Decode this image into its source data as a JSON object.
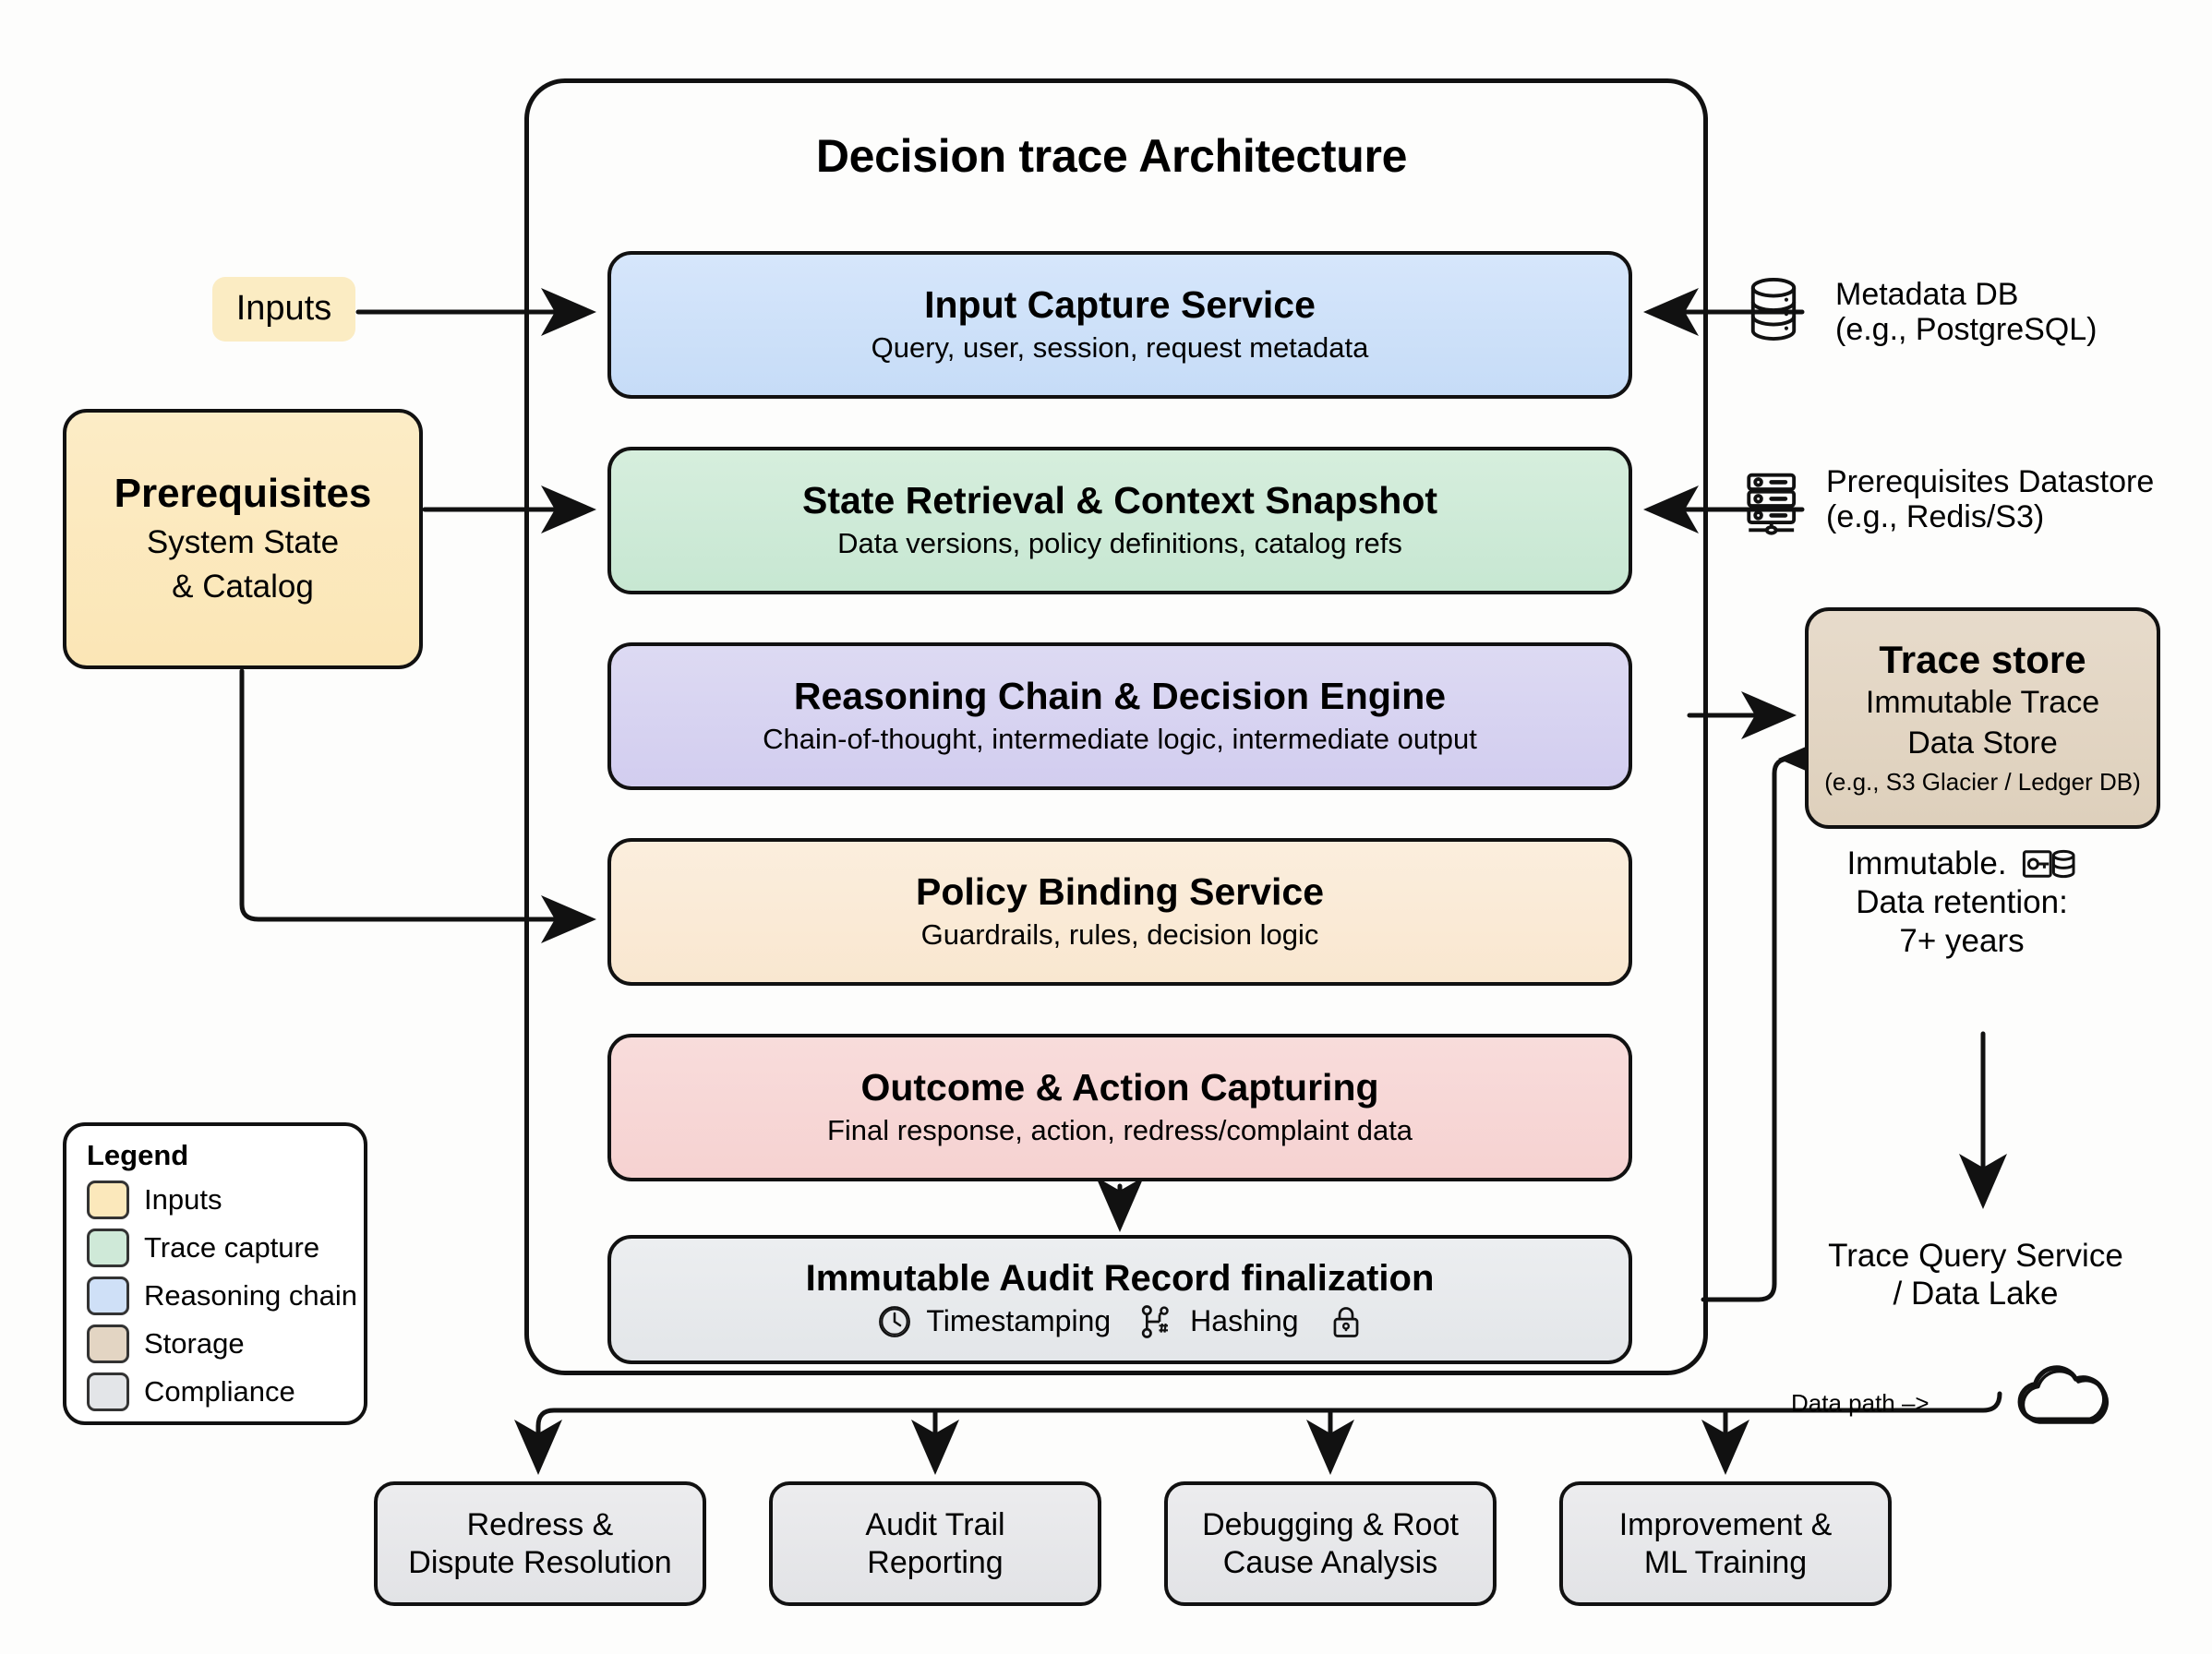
{
  "diagram": {
    "title": "Decision trace Architecture",
    "background_color": "#fdfdfc",
    "pipeline": [
      {
        "id": "input-capture",
        "title": "Input Capture Service",
        "subtitle": "Query, user, session, request metadata",
        "fill": "#cfe0f7",
        "category": "Reasoning chain"
      },
      {
        "id": "state-retrieval",
        "title": "State Retrieval & Context Snapshot",
        "subtitle": "Data versions, policy definitions, catalog refs",
        "fill": "#cfe9d8",
        "category": "Trace capture"
      },
      {
        "id": "reasoning-chain",
        "title": "Reasoning Chain & Decision Engine",
        "subtitle": "Chain-of-thought, intermediate logic, intermediate output",
        "fill": "#d7d3f1",
        "category": "Reasoning chain"
      },
      {
        "id": "policy-binding",
        "title": "Policy Binding Service",
        "subtitle": "Guardrails, rules, decision logic",
        "fill": "#faead4",
        "category": "Inputs"
      },
      {
        "id": "outcome-capture",
        "title": "Outcome & Action Capturing",
        "subtitle": "Final response, action, redress/complaint data",
        "fill": "#f7d7d6",
        "category": "Trace capture"
      }
    ],
    "audit": {
      "title": "Immutable Audit Record finalization",
      "items": [
        {
          "icon": "clock-icon",
          "label": "Timestamping"
        },
        {
          "icon": "hash-network-icon",
          "label": "Hashing"
        },
        {
          "icon": "lock-icon",
          "label": ""
        }
      ],
      "fill": "#e7e9ec"
    },
    "left": {
      "inputs": {
        "label": "Inputs",
        "fill": "#fbecc3"
      },
      "prerequisites": {
        "title": "Prerequisites",
        "line1": "System State",
        "line2": "& Catalog",
        "fill": "#fbe8bb"
      }
    },
    "right": {
      "metadata_db": {
        "icon": "database-cylinder-icon",
        "line1": "Metadata DB",
        "line2": "(e.g., PostgreSQL)"
      },
      "prerequisites_datastore": {
        "icon": "server-rack-icon",
        "line1": "Prerequisites Datastore",
        "line2": "(e.g., Redis/S3)"
      },
      "trace_store": {
        "title": "Trace store",
        "line1": "Immutable Trace",
        "line2": "Data Store",
        "line3": "(e.g., S3 Glacier / Ledger DB)",
        "fill": "#e3d5c3"
      },
      "immutable_note": {
        "line1": "Immutable.",
        "line2": "Data retention:",
        "line3": "7+ years",
        "icon": "key-database-icon"
      },
      "trace_query_service": {
        "line1": "Trace Query Service",
        "line2": "/ Data Lake",
        "icon": "cloud-icon"
      },
      "data_path_label": "Data path –>"
    },
    "outputs": [
      {
        "line1": "Redress &",
        "line2": "Dispute Resolution"
      },
      {
        "line1": "Audit Trail",
        "line2": "Reporting"
      },
      {
        "line1": "Debugging & Root",
        "line2": "Cause Analysis"
      },
      {
        "line1": "Improvement &",
        "line2": "ML Training"
      }
    ],
    "legend": {
      "title": "Legend",
      "items": [
        {
          "label": "Inputs",
          "color": "#fbe8bb"
        },
        {
          "label": "Trace capture",
          "color": "#cfe9d8"
        },
        {
          "label": "Reasoning chain",
          "color": "#cfe0f7"
        },
        {
          "label": "Storage",
          "color": "#e3d5c3"
        },
        {
          "label": "Compliance",
          "color": "#e3e5e8"
        }
      ]
    }
  }
}
